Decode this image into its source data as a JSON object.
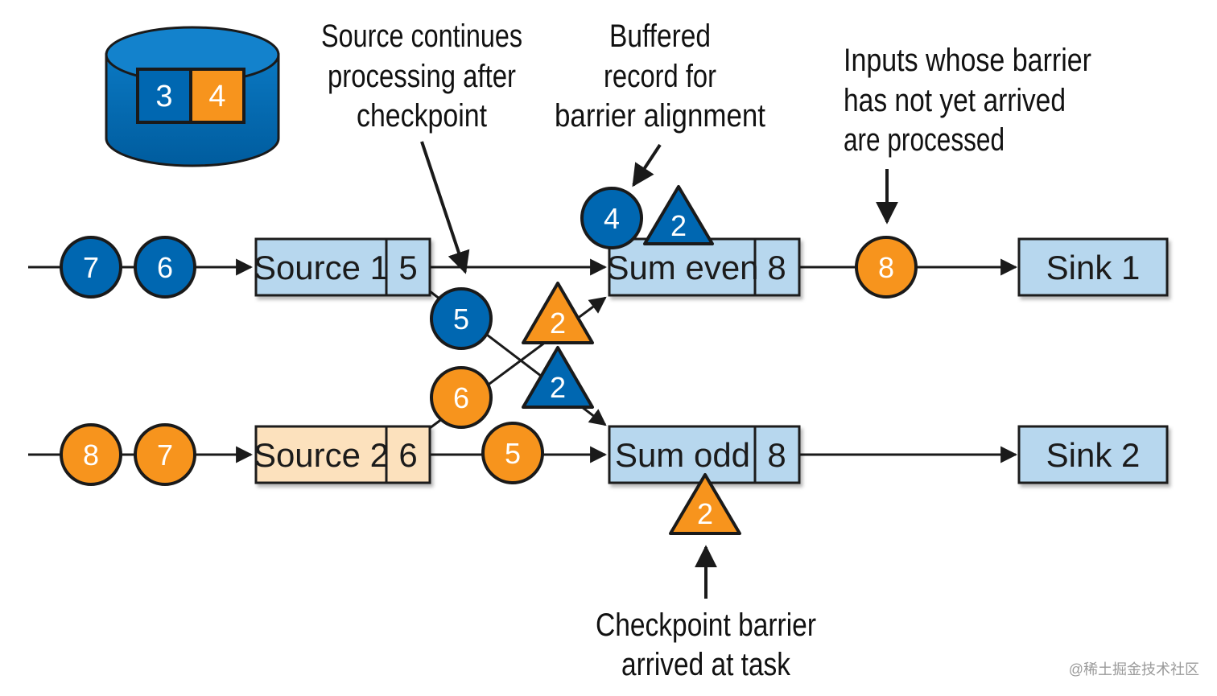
{
  "colors": {
    "blue": "#0067b1",
    "orange": "#f7941d",
    "box_light_blue": "#b7d7ee",
    "box_peach": "#fce1bd",
    "stroke": "#1a1a1a"
  },
  "annotations": {
    "source_continues": [
      "Source continues",
      "processing after",
      "checkpoint"
    ],
    "buffered_record": [
      "Buffered",
      "record for",
      "barrier alignment"
    ],
    "inputs_processed": [
      "Inputs whose barrier",
      "has not yet arrived",
      "are processed"
    ],
    "checkpoint_arrived": [
      "Checkpoint barrier",
      "arrived at task"
    ]
  },
  "state_store": {
    "icon": "database-icon",
    "values": [
      "3",
      "4"
    ]
  },
  "tasks": {
    "source1": {
      "name": "Source 1",
      "state": "5"
    },
    "source2": {
      "name": "Source 2",
      "state": "6"
    },
    "sum_even": {
      "name": "Sum even",
      "state": "8"
    },
    "sum_odd": {
      "name": "Sum odd",
      "state": "8"
    },
    "sink1": {
      "name": "Sink 1"
    },
    "sink2": {
      "name": "Sink 2"
    }
  },
  "records": {
    "input1": [
      "7",
      "6"
    ],
    "input2": [
      "8",
      "7"
    ],
    "s1_to_even": "5",
    "s2_to_even": "6",
    "s2_to_odd": "5",
    "buffered": "4",
    "even_to_sink1": "8"
  },
  "barriers": {
    "on_sum_even": "2",
    "orange_to_even": "2",
    "blue_to_odd": "2",
    "on_sum_odd": "2"
  },
  "watermark": "@稀土掘金技术社区"
}
